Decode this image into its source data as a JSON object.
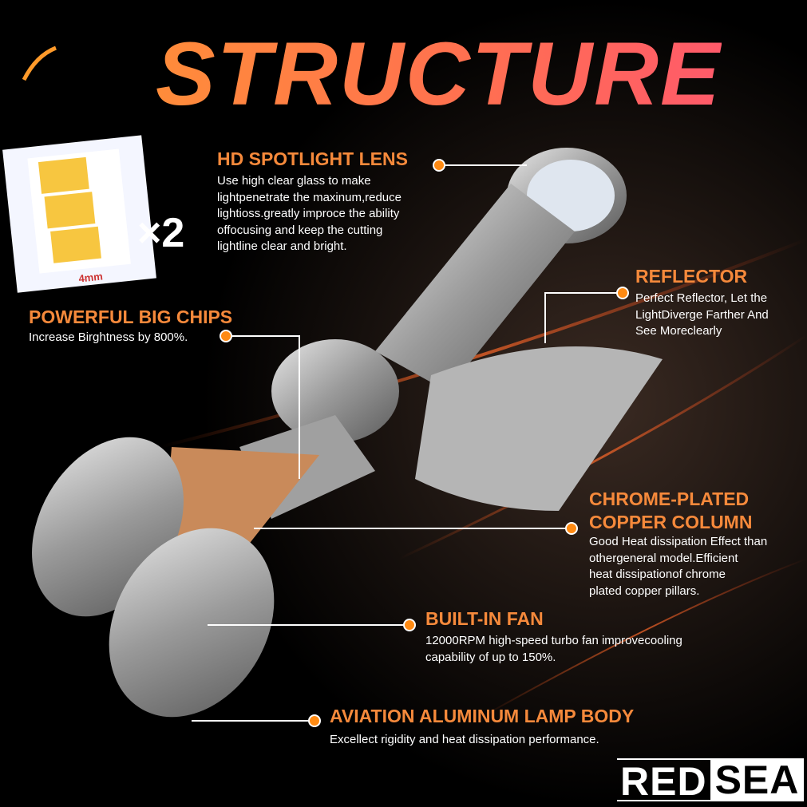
{
  "title": "STRUCTURE",
  "chip": {
    "size_label": "4mm",
    "multiplier": "×2"
  },
  "features": [
    {
      "heading": "HD SPOTLIGHT LENS",
      "body": [
        "Use high clear glass to make",
        "lightpenetrate the maxinum,reduce",
        "lightioss.greatly improce the ability",
        "offocusing and keep the cutting",
        "lightline clear and bright."
      ]
    },
    {
      "heading": "REFLECTOR",
      "body": [
        "Perfect Reflector, Let the",
        "LightDiverge Farther And",
        "See Moreclearly"
      ]
    },
    {
      "heading": "POWERFUL BIG CHIPS",
      "body": [
        "Increase Birghtness by 800%."
      ]
    },
    {
      "heading": [
        "CHROME-PLATED",
        "COPPER COLUMN"
      ],
      "body": [
        "Good Heat dissipation Effect than",
        "othergeneral model.Efficient",
        "heat dissipationof chrome",
        "plated copper pillars."
      ]
    },
    {
      "heading": "BUILT-IN FAN",
      "body": [
        "12000RPM high-speed turbo fan improvecooling",
        "capability of up to 150%."
      ]
    },
    {
      "heading": "AVIATION ALUMINUM LAMP BODY",
      "body": [
        "Excellect rigidity and heat dissipation performance."
      ]
    }
  ],
  "brand": {
    "part1": "RED",
    "part2": "SEA"
  },
  "colors": {
    "accent": "#f5893b",
    "dot": "#ff8a12"
  }
}
